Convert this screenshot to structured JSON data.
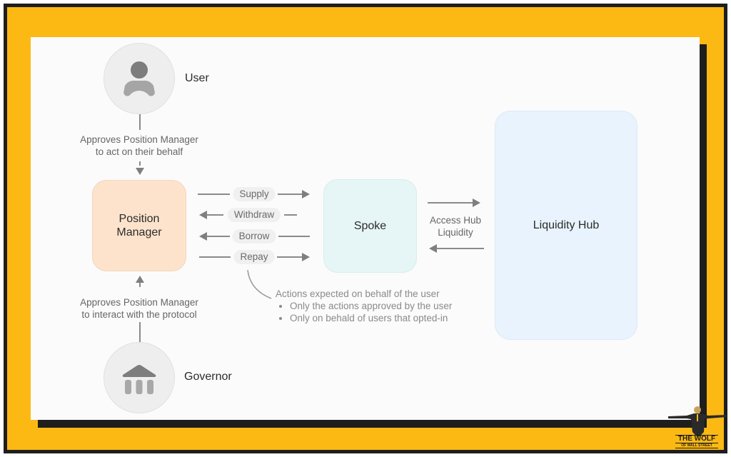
{
  "actors": {
    "user": {
      "label": "User",
      "icon": "user-icon"
    },
    "governor": {
      "label": "Governor",
      "icon": "bank-icon"
    }
  },
  "captions": {
    "user_approval": [
      "Approves Position Manager",
      "to act on their behalf"
    ],
    "governor_approval": [
      "Approves Position Manager",
      "to interact with the protocol"
    ]
  },
  "boxes": {
    "position_manager": [
      "Position",
      "Manager"
    ],
    "spoke": "Spoke",
    "liquidity_hub": "Liquidity Hub"
  },
  "actions": [
    {
      "label": "Supply",
      "direction": "right"
    },
    {
      "label": "Withdraw",
      "direction": "left"
    },
    {
      "label": "Borrow",
      "direction": "left"
    },
    {
      "label": "Repay",
      "direction": "right"
    }
  ],
  "hub_link": {
    "label": [
      "Access Hub",
      "Liquidity"
    ]
  },
  "note": {
    "title": "Actions expected on behalf of the user",
    "bullets": [
      "Only the actions approved by the user",
      "Only on behald of users that opted-in"
    ]
  },
  "watermark": {
    "line1": "THE WOLF",
    "line2": "OF WALL STREET"
  },
  "colors": {
    "frame_yellow": "#fdb913",
    "frame_dark": "#1e1e1e",
    "position_manager_fill": "#fde3cc",
    "spoke_fill": "#e6f5f5",
    "hub_fill": "#e9f3fd"
  }
}
